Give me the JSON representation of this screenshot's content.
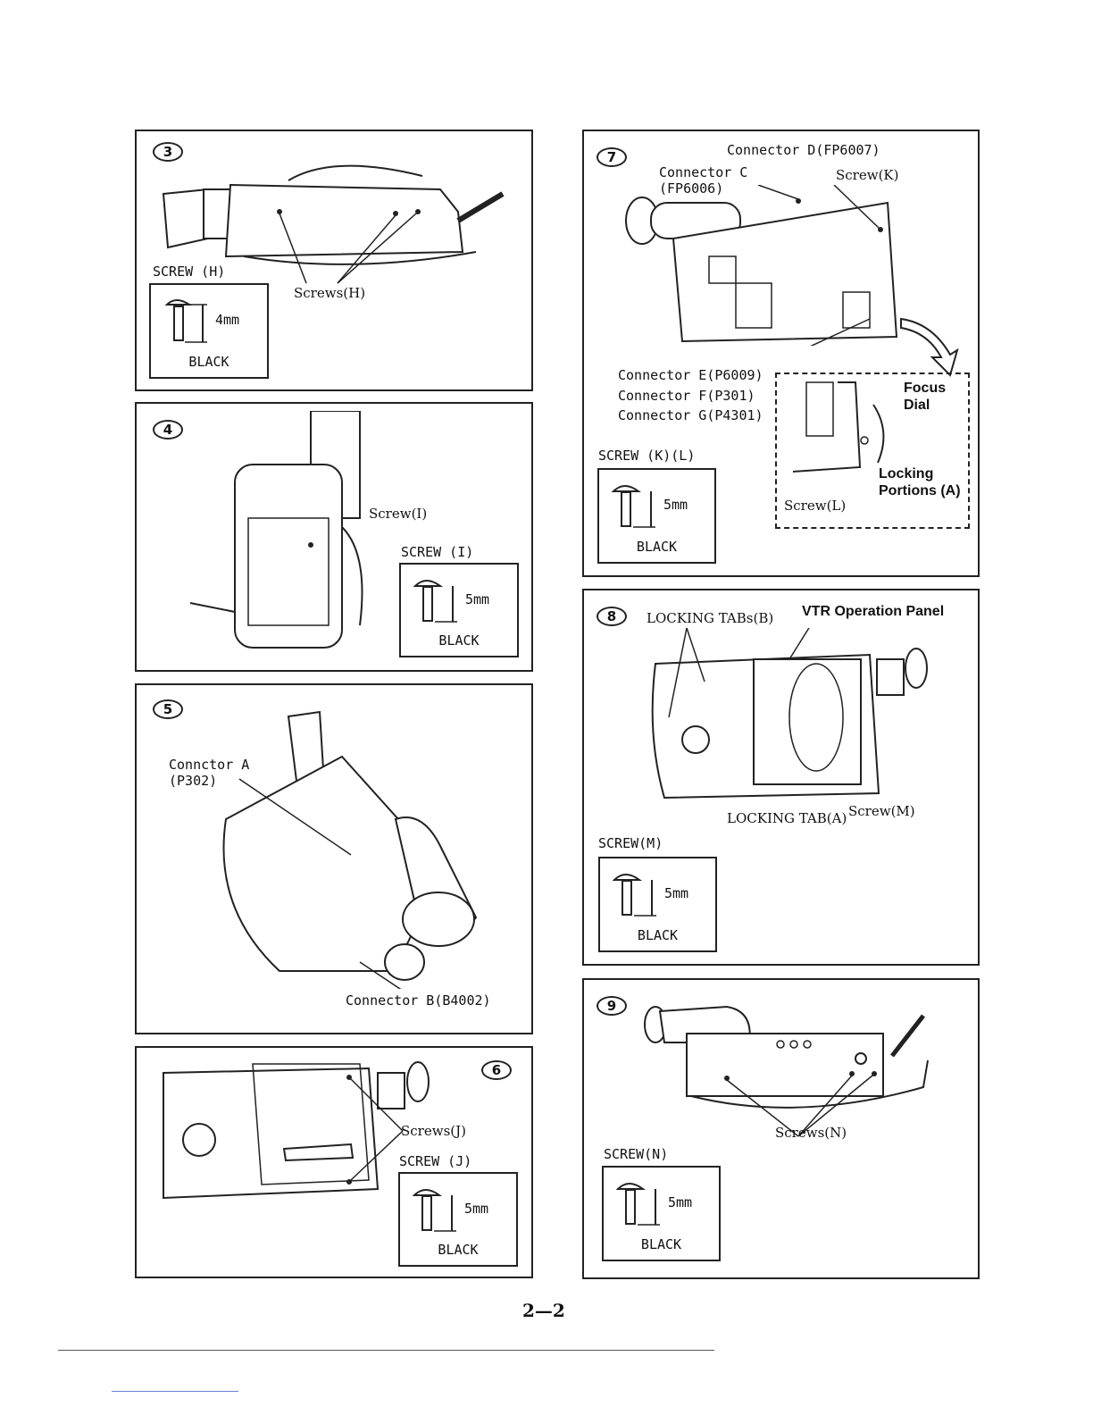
{
  "page_number": "2—2",
  "panels": {
    "p3": {
      "number": "3",
      "screw_title": "SCREW (H)",
      "callout": "Screws(H)",
      "length": "4mm",
      "color": "BLACK"
    },
    "p4": {
      "number": "4",
      "callout": "Screw(I)",
      "screw_title": "SCREW (I)",
      "length": "5mm",
      "color": "BLACK"
    },
    "p5": {
      "number": "5",
      "connector_a": "Connctor A\n(P302)",
      "connector_b": "Connector B(B4002)"
    },
    "p6": {
      "number": "6",
      "callout": "Screws(J)",
      "screw_title": "SCREW (J)",
      "length": "5mm",
      "color": "BLACK"
    },
    "p7": {
      "number": "7",
      "connector_d": "Connector D(FP6007)",
      "connector_c": "Connector C\n(FP6006)",
      "screw_k": "Screw(K)",
      "connector_e": "Connector E(P6009)",
      "connector_f": "Connector F(P301)",
      "connector_g": "Connector G(P4301)",
      "screw_title": "SCREW (K)(L)",
      "length": "5mm",
      "color": "BLACK",
      "focus_dial": "Focus\nDial",
      "locking_portions": "Locking\nPortions (A)",
      "screw_l": "Screw(L)"
    },
    "p8": {
      "number": "8",
      "locking_tabs_b": "LOCKING TABs(B)",
      "vtr_panel": "VTR Operation Panel",
      "locking_tab_a": "LOCKING TAB(A)",
      "screw_m": "Screw(M)",
      "screw_title": "SCREW(M)",
      "length": "5mm",
      "color": "BLACK"
    },
    "p9": {
      "number": "9",
      "callout": "Screws(N)",
      "screw_title": "SCREW(N)",
      "length": "5mm",
      "color": "BLACK"
    }
  }
}
